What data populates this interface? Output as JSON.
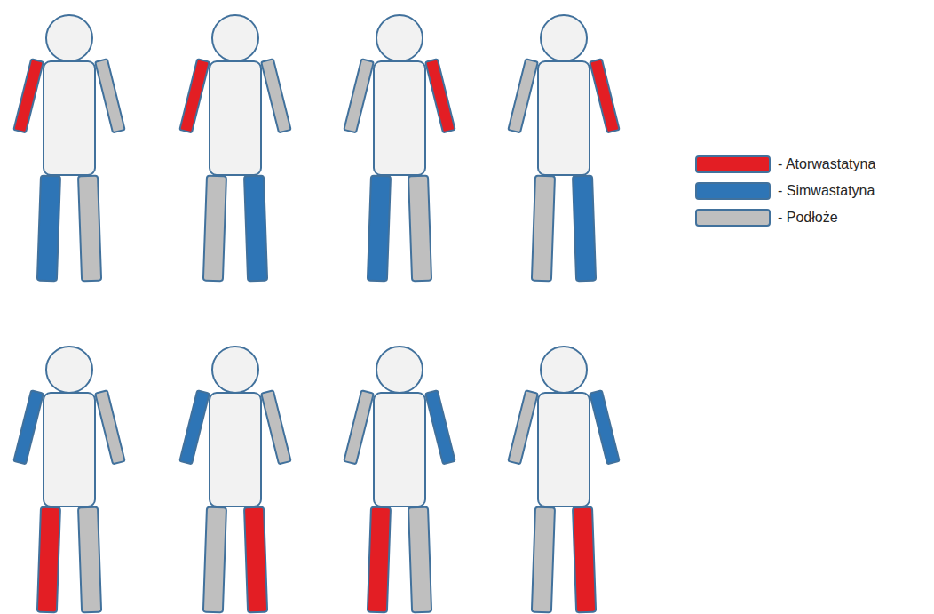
{
  "diagram": {
    "legend": [
      {
        "text": "- Atorwastatyna",
        "color": "#e31e24"
      },
      {
        "text": "- Simwastatyna",
        "color": "#2e75b6"
      },
      {
        "text": "- Podłoże",
        "color": "#bfbfbf"
      }
    ]
  }
}
